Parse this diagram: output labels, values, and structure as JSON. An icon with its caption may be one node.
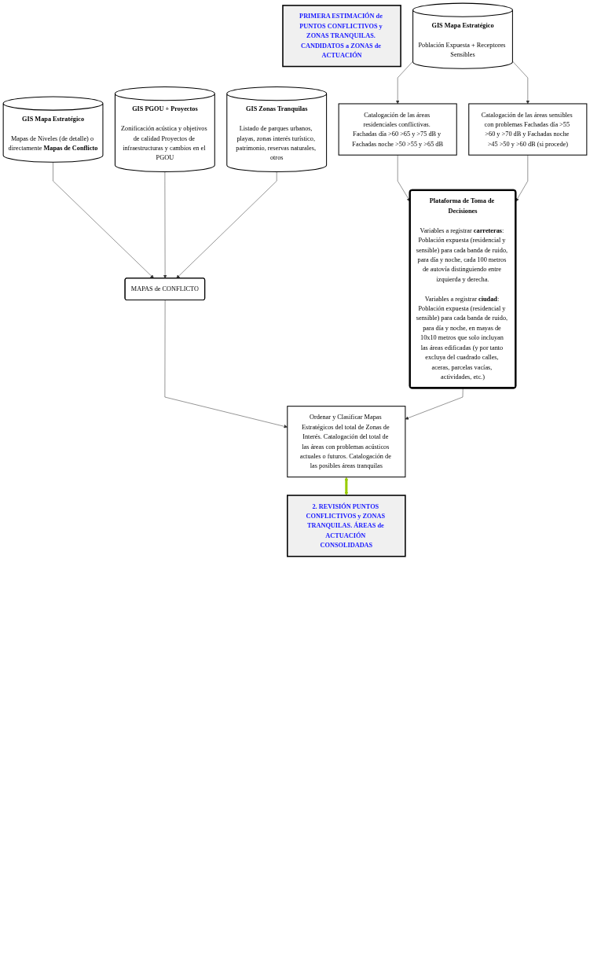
{
  "diagram": {
    "nodes": [
      {
        "text": [
          "PRIMERA ESTIMACIÓN de PUNTOS CONFLICTIVOS y ZONAS TRANQUILAS. CANDIDATOS a ZONAS de ACTUACIÓN"
        ]
      },
      {
        "text": [
          "GIS Mapa Estratégico",
          "Población Expuesta + Receptores Sensibles"
        ]
      },
      {
        "text": [
          "GIS Mapa Estratégico",
          "Mapas de Niveles (de detalle) o directamente **Mapas de Conflicto**"
        ]
      },
      {
        "text": [
          "GIS PGOU + Proyectos",
          "Zonificación acústica y objetivos de calidad Proyectos de infraestructuras y cambios en el PGOU"
        ]
      },
      {
        "text": [
          "MAPAS de CONFLICTO"
        ]
      },
      {
        "text": [
          "Catalogación de las áreas residenciales conflictivas. Fachadas día >60 >65 y >75 dB y Fachadas noche >50 >55 y >65 dB"
        ]
      },
      {
        "text": [
          "Catalogación de las áreas sensibles con problemas Fachadas día >55 >60 y >70 dB y Fachadas noche >45 >50 y >60 dB (si procede)"
        ]
      },
      {
        "text": [
          "GIS Zonas Tranquilas",
          "Listado de parques urbanos, playas, zonas interés turístico, patrimonio, reservas naturales, otros"
        ]
      },
      {
        "text": [
          "Plataforma de Toma de Decisiones",
          "Variables a registrar **carreteras**: Población expuesta (residencial y sensible) para cada banda de ruido, para día y noche, cada 100 metros de autovía distinguiendo entre izquierda y derecha.",
          "Variables a registrar **ciudad**: Población expuesta (residencial y sensible) para cada banda de ruido, para día y noche, en mayas de 10x10 metros que solo incluyan las áreas edificadas (y por tanto excluya del cuadrado calles, aceras, parcelas vacías, actividades, etc.)"
        ]
      },
      {
        "text": [
          "Ordenar y Clasificar Mapas Estratégicos del total de Zonas de Interés. Catalogación del total de las áreas con problemas acústicos actuales o futuros. Catalogación de las posibles áreas tranquilas"
        ]
      },
      {
        "text": [
          "2. REVISIÓN PUNTOS CONFLICTIVOS y ZONAS TRANQUILAS. ÁREAS de ACTUACIÓN CONSOLIDADAS"
        ]
      }
    ],
    "edges": [
      {
        "from": 1,
        "to": 5,
        "arrow": "to"
      },
      {
        "from": 1,
        "to": 6,
        "arrow": "to"
      },
      {
        "from": 2,
        "to": 4,
        "arrow": "to"
      },
      {
        "from": 3,
        "to": 4,
        "arrow": "to"
      },
      {
        "from": 7,
        "to": 4,
        "arrow": "to"
      },
      {
        "from": 5,
        "to": 8,
        "arrow": "to"
      },
      {
        "from": 6,
        "to": 8,
        "arrow": "to"
      },
      {
        "from": 4,
        "to": 9,
        "arrow": "to"
      },
      {
        "from": 8,
        "to": 9,
        "arrow": "to"
      },
      {
        "from": 9,
        "to": 10,
        "arrow": "both",
        "style": "thick",
        "color": "#99cc00"
      }
    ]
  }
}
